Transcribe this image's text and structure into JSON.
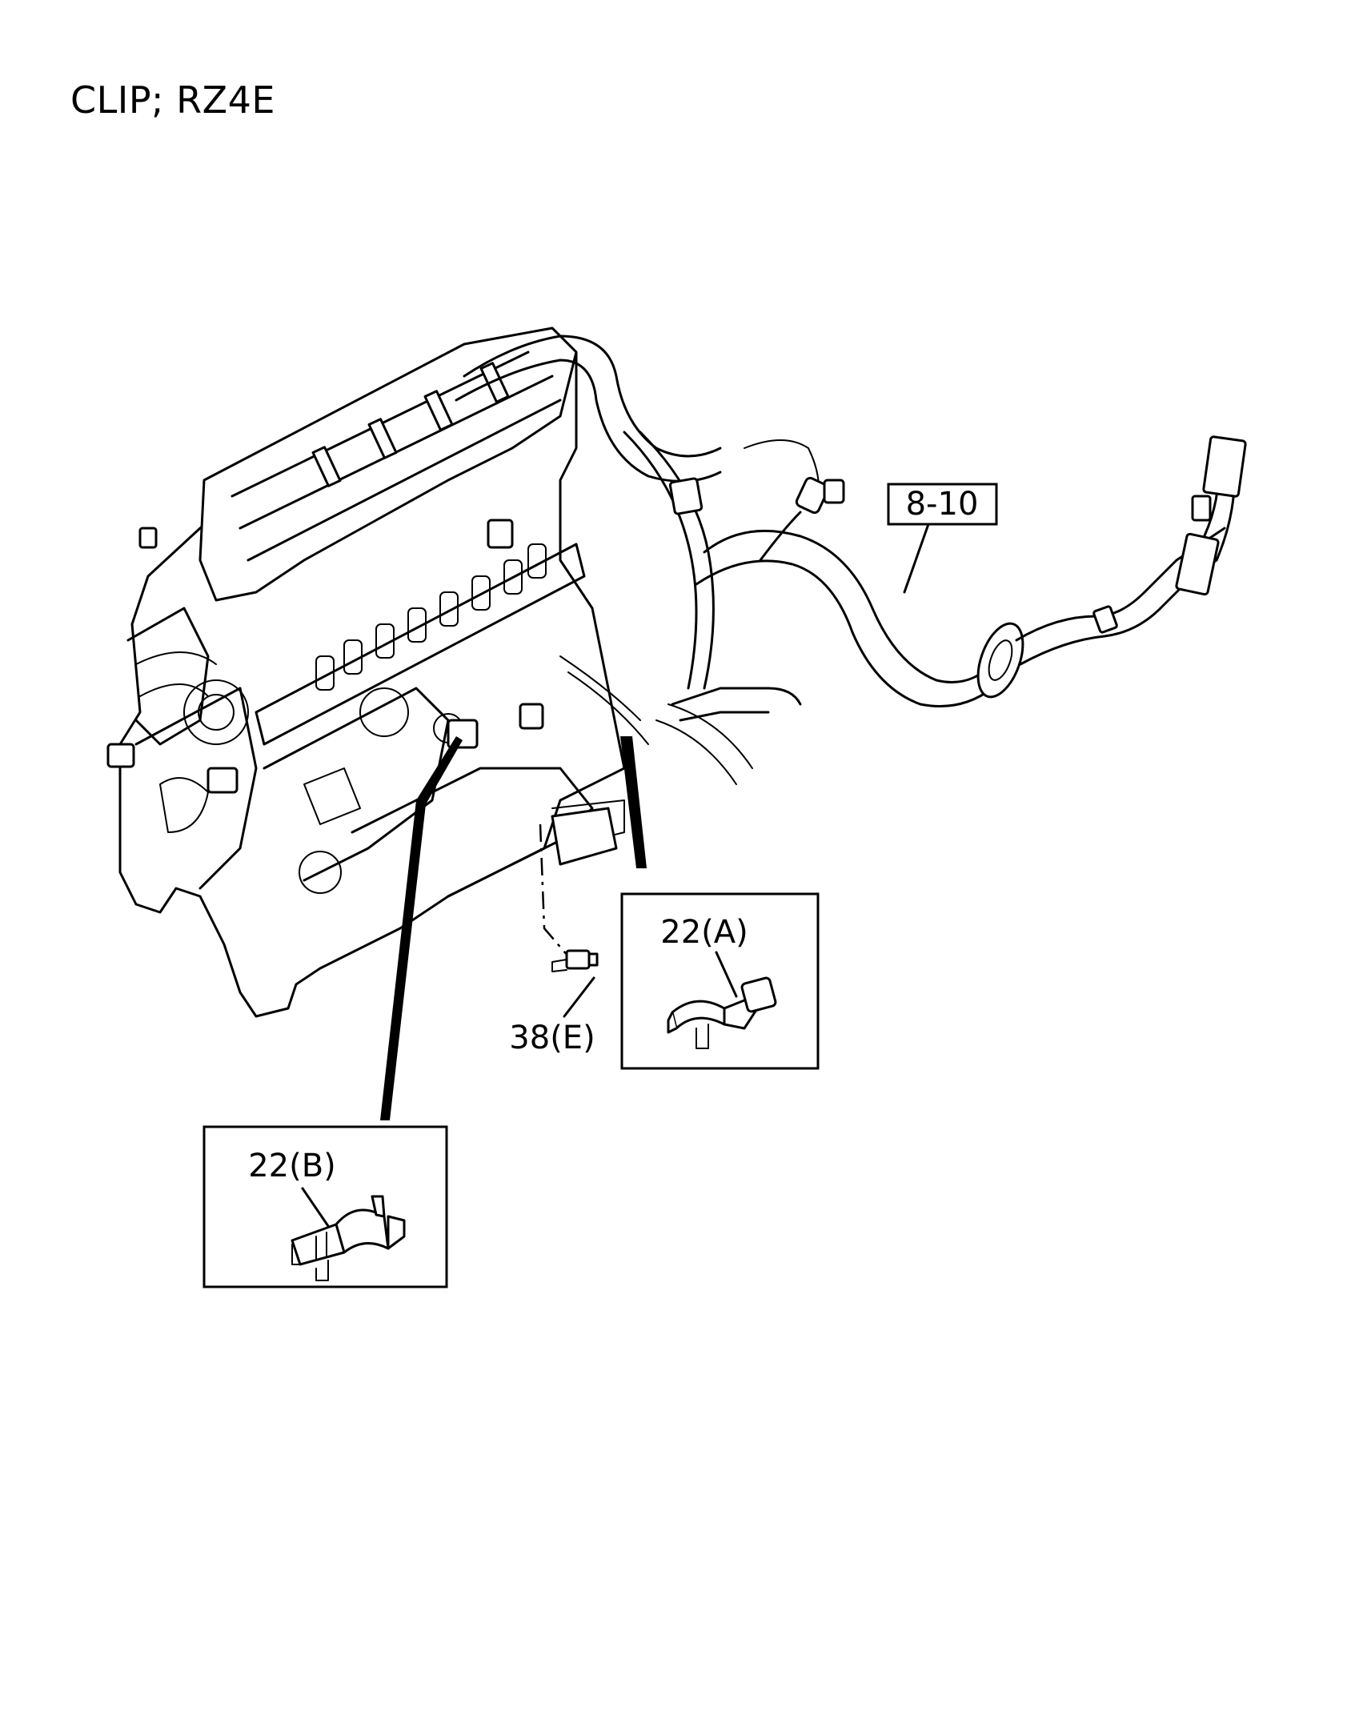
{
  "title": "CLIP; RZ4E",
  "callouts": {
    "harness": "8-10",
    "bolt": "38(E)",
    "clip_a": "22(A)",
    "clip_b": "22(B)"
  }
}
